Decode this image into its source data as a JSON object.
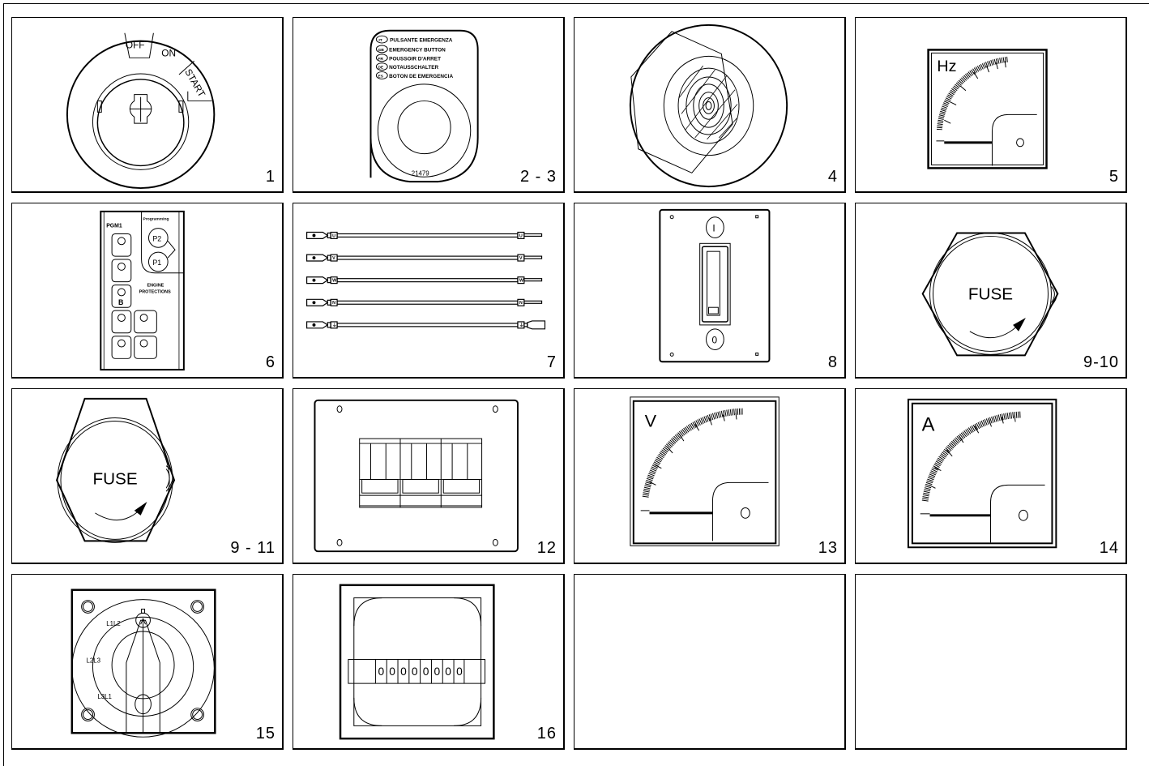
{
  "page": {
    "type": "component catalog sheet",
    "grid": {
      "rows": 4,
      "columns": 4
    }
  },
  "panels": [
    {
      "number": "1",
      "component": "key-switch",
      "labels": {
        "off": "OFF",
        "on": "ON",
        "start": "START"
      }
    },
    {
      "number": "2 - 3",
      "component": "emergency-stop-label",
      "lines": [
        {
          "code": "IT",
          "text": "PULSANTE EMERGENZA"
        },
        {
          "code": "GB",
          "text": "EMERGENCY BUTTON"
        },
        {
          "code": "FR",
          "text": "POUSSOIR D'ARRET"
        },
        {
          "code": "DE",
          "text": "NOTAUSSCHALTER"
        },
        {
          "code": "ES",
          "text": "BOTON DE EMERGENCIA"
        }
      ],
      "part_code": "21479"
    },
    {
      "number": "4",
      "component": "hex-gland-knob"
    },
    {
      "number": "5",
      "component": "frequency-meter",
      "unit": "Hz"
    },
    {
      "number": "6",
      "component": "pgm1-control-module",
      "title": "PGM1",
      "programming_label": "Programming",
      "buttons": [
        "P2",
        "P1"
      ],
      "engine_label_1": "ENGINE",
      "engine_label_2": "PROTECTIONS"
    },
    {
      "number": "7",
      "component": "cable-set",
      "cables": [
        {
          "tag": "U"
        },
        {
          "tag": "V"
        },
        {
          "tag": "W"
        },
        {
          "tag": "N"
        },
        {
          "tag": "⏚"
        }
      ]
    },
    {
      "number": "8",
      "component": "rocker-switch",
      "on_symbol": "I",
      "off_symbol": "0"
    },
    {
      "number": "9-10",
      "component": "fuse-holder",
      "label": "FUSE"
    },
    {
      "number": "9 - 11",
      "component": "fuse-holder",
      "label": "FUSE"
    },
    {
      "number": "12",
      "component": "circuit-breaker-3-pole"
    },
    {
      "number": "13",
      "component": "voltmeter",
      "unit": "V"
    },
    {
      "number": "14",
      "component": "ammeter",
      "unit": "A"
    },
    {
      "number": "15",
      "component": "voltmeter-selector-switch",
      "positions": [
        "L1L2",
        "L2L3",
        "L3L1"
      ]
    },
    {
      "number": "16",
      "component": "hour-counter",
      "digits": "00000000",
      "digit_list": [
        "0",
        "0",
        "0",
        "0",
        "0",
        "0",
        "0",
        "0"
      ]
    },
    {
      "number": "",
      "component": "empty"
    },
    {
      "number": "",
      "component": "empty"
    }
  ]
}
